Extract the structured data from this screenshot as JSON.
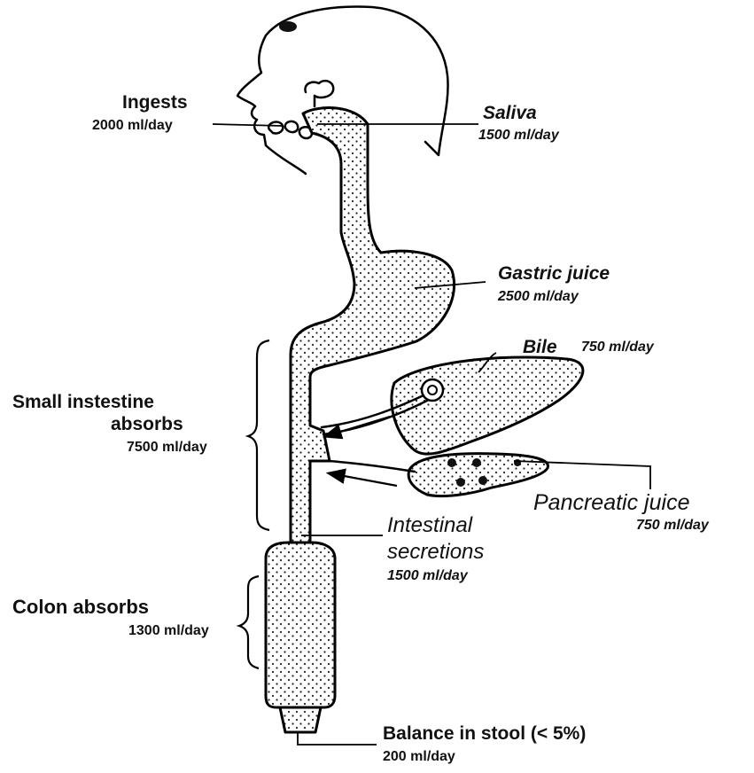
{
  "labels": {
    "ingests": {
      "title": "Ingests",
      "amount": "2000 ml/day"
    },
    "saliva": {
      "title": "Saliva",
      "amount": "1500 ml/day"
    },
    "gastric": {
      "title": "Gastric juice",
      "amount": "2500 ml/day"
    },
    "bile": {
      "title": "Bile",
      "amount": "750 ml/day"
    },
    "small_intestine": {
      "line1": "Small instestine",
      "line2": "absorbs",
      "amount": "7500 ml/day"
    },
    "pancreatic": {
      "title": "Pancreatic juice",
      "amount": "750 ml/day"
    },
    "intestinal": {
      "line1": "Intestinal",
      "line2": "secretions",
      "amount": "1500 ml/day"
    },
    "colon": {
      "title": "Colon absorbs",
      "amount": "1300 ml/day"
    },
    "stool": {
      "title": "Balance in stool (< 5%)",
      "amount": "200 ml/day"
    }
  }
}
